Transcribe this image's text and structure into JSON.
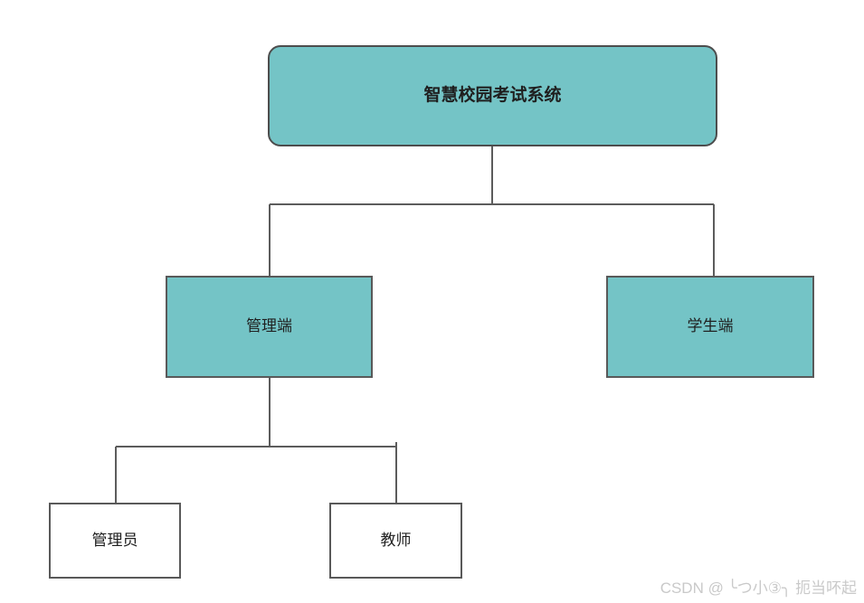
{
  "diagram": {
    "root": {
      "label": "智慧校园考试系统"
    },
    "level2": [
      {
        "id": "admin",
        "label": "管理端",
        "parent": "root"
      },
      {
        "id": "student",
        "label": "学生端",
        "parent": "root"
      }
    ],
    "level3": [
      {
        "id": "administrator",
        "label": "管理员",
        "parent": "admin"
      },
      {
        "id": "teacher",
        "label": "教师",
        "parent": "admin"
      }
    ]
  },
  "watermark": {
    "text": "CSDN @ ╰つ小③╮ 扼当吥起"
  },
  "colors": {
    "node_fill": "#74C4C6",
    "leaf_fill": "#FFFFFF",
    "root_border": "#4D4D4D",
    "node_border": "#595959",
    "connector": "#5C5C5C",
    "label_text": "#1F1F1F",
    "watermark_text": "#C9C9C9",
    "background": "#FFFFFF"
  }
}
